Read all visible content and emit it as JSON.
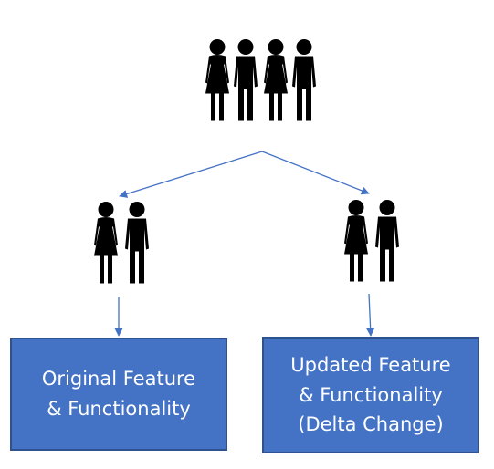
{
  "colors": {
    "box_fill": "#4472c4",
    "box_border": "#2f528f",
    "connector": "#4472c4",
    "figure": "#000000"
  },
  "icons": {
    "top_group": "group-of-four-people-icon",
    "left_group": "couple-icon",
    "right_group": "couple-icon"
  },
  "boxes": {
    "left": {
      "lines": [
        "Original Feature",
        "& Functionality"
      ]
    },
    "right": {
      "lines": [
        "Updated Feature",
        "& Functionality",
        "(Delta Change)"
      ]
    }
  }
}
